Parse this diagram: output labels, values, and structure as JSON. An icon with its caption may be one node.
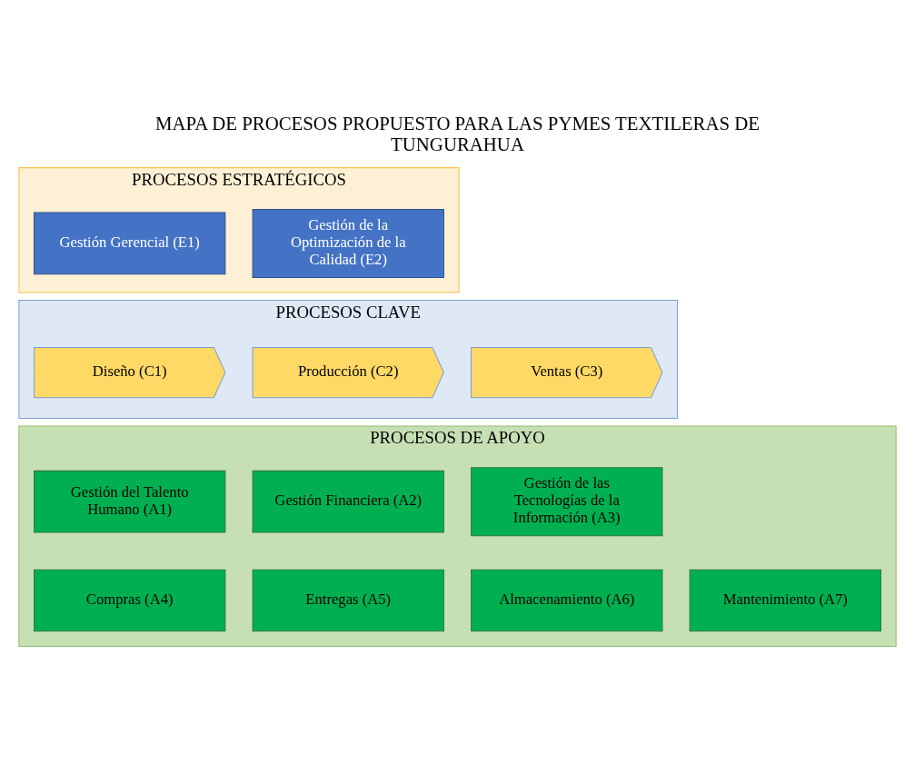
{
  "diagram": {
    "title": "MAPA DE PROCESOS PROPUESTO PARA LAS PYMES TEXTILERAS DE TUNGURAHUA",
    "nodes": [
      {
        "text": [
          "PROCESOS ESTRATÉGICOS"
        ]
      },
      {
        "text": [
          "Gestión Gerencial (E1)"
        ],
        "in": 0
      },
      {
        "text": [
          "Gestión de la Optimización de la Calidad (E2)"
        ],
        "in": 0
      },
      {
        "text": [
          "PROCESOS CLAVE"
        ]
      },
      {
        "text": [
          "Diseño (C1)"
        ],
        "in": 3
      },
      {
        "text": [
          "Producción (C2)"
        ],
        "in": 3
      },
      {
        "text": [
          "Ventas (C3)"
        ],
        "in": 3
      },
      {
        "text": [
          "PROCESOS DE APOYO"
        ]
      },
      {
        "text": [
          "Gestión del Talento Humano (A1)"
        ],
        "in": 7
      },
      {
        "text": [
          "Gestión Financiera (A2)"
        ],
        "in": 7
      },
      {
        "text": [
          "Gestión de las Tecnologías de la Información (A3)"
        ],
        "in": 7
      },
      {
        "text": [
          "Compras (A4)"
        ],
        "in": 7
      },
      {
        "text": [
          "Entregas (A5)"
        ],
        "in": 7
      },
      {
        "text": [
          "Almacenamiento (A6)"
        ],
        "in": 7
      },
      {
        "text": [
          "Mantenimiento (A7)"
        ],
        "in": 7
      }
    ],
    "edges": []
  }
}
